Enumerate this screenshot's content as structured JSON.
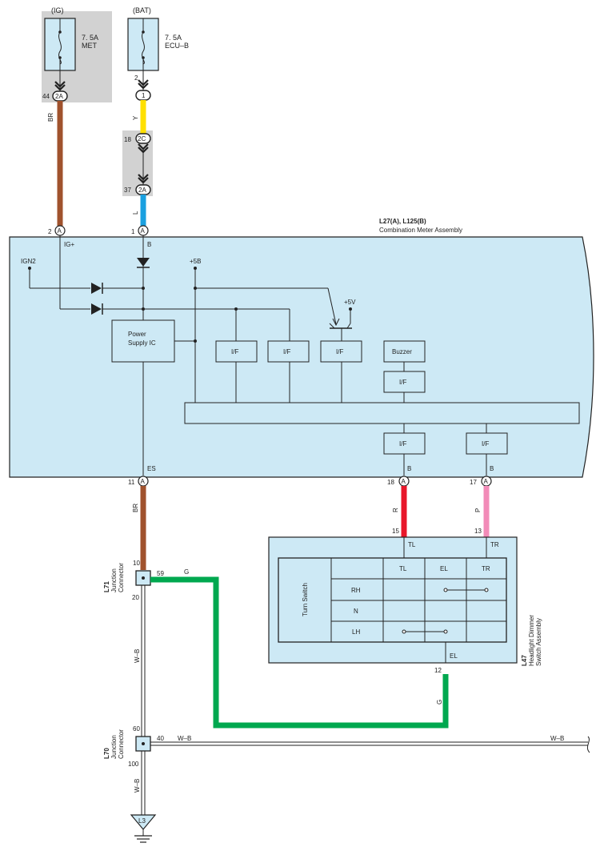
{
  "fuses": {
    "ig": {
      "source": "(IG)",
      "rating": "7. 5A",
      "name": "MET"
    },
    "bat": {
      "source": "(BAT)",
      "rating": "7. 5A",
      "name": "ECU–B"
    }
  },
  "connectors": {
    "c44": {
      "pin": "44",
      "label": "2A"
    },
    "c2": {
      "pin": "2",
      "label": "1"
    },
    "c18": {
      "pin": "18",
      "label": "2C"
    },
    "c37": {
      "pin": "37",
      "label": "2A"
    },
    "meterA2": {
      "pin": "2",
      "label": "A"
    },
    "meterA1": {
      "pin": "1",
      "label": "A"
    },
    "meterA11": {
      "pin": "11",
      "label": "A"
    },
    "meterA18": {
      "pin": "18",
      "label": "A"
    },
    "meterA17": {
      "pin": "17",
      "label": "A"
    }
  },
  "wire_colors": {
    "br_top": "BR",
    "y": "Y",
    "l": "L",
    "br_bottom": "BR",
    "r": "R",
    "p": "P",
    "g_top": "G",
    "g_right": "G",
    "wb_vert": "W–B",
    "wb_horiz1": "W–B",
    "wb_horiz2": "W–B",
    "wb_bottom": "W–B"
  },
  "meter": {
    "id": "L27(A), L125(B)",
    "name": "Combination Meter Assembly",
    "ig_plus": "IG+",
    "b_label": "B",
    "ign2": "IGN2",
    "plus5b": "+5B",
    "plus5v": "+5V",
    "power_supply_line1": "Power",
    "power_supply_line2": "Supply IC",
    "if_label": "I/F",
    "buzzer": "Buzzer",
    "es": "ES",
    "b18": "B",
    "b17": "B"
  },
  "switch": {
    "id": "L47",
    "name_line1": "Headlight Dimmer",
    "name_line2": "Switch Assembly",
    "turn_switch": "Turn Switch",
    "pin15": "15",
    "pin13": "13",
    "pin12": "12",
    "tl": "TL",
    "tr": "TR",
    "el": "EL",
    "table": {
      "columns": [
        "TL",
        "EL",
        "TR"
      ],
      "rows": [
        "RH",
        "N",
        "LH"
      ]
    }
  },
  "junction_l71": {
    "id": "L71",
    "line1": "Junction",
    "line2": "Connector",
    "pin10": "10",
    "pin59": "59",
    "pin20": "20"
  },
  "junction_l70": {
    "id": "L70",
    "line1": "Junction",
    "line2": "Connector",
    "pin60": "60",
    "pin40": "40",
    "pin100": "100"
  },
  "ground": {
    "label": "L3"
  },
  "colors": {
    "brown": "#a0522d",
    "yellow": "#ffe000",
    "blue": "#1aa0e0",
    "red": "#e8172a",
    "pink": "#f28bb8",
    "green": "#00a84f",
    "panel": "#cde9f5",
    "gray": "#d2d2d2"
  }
}
